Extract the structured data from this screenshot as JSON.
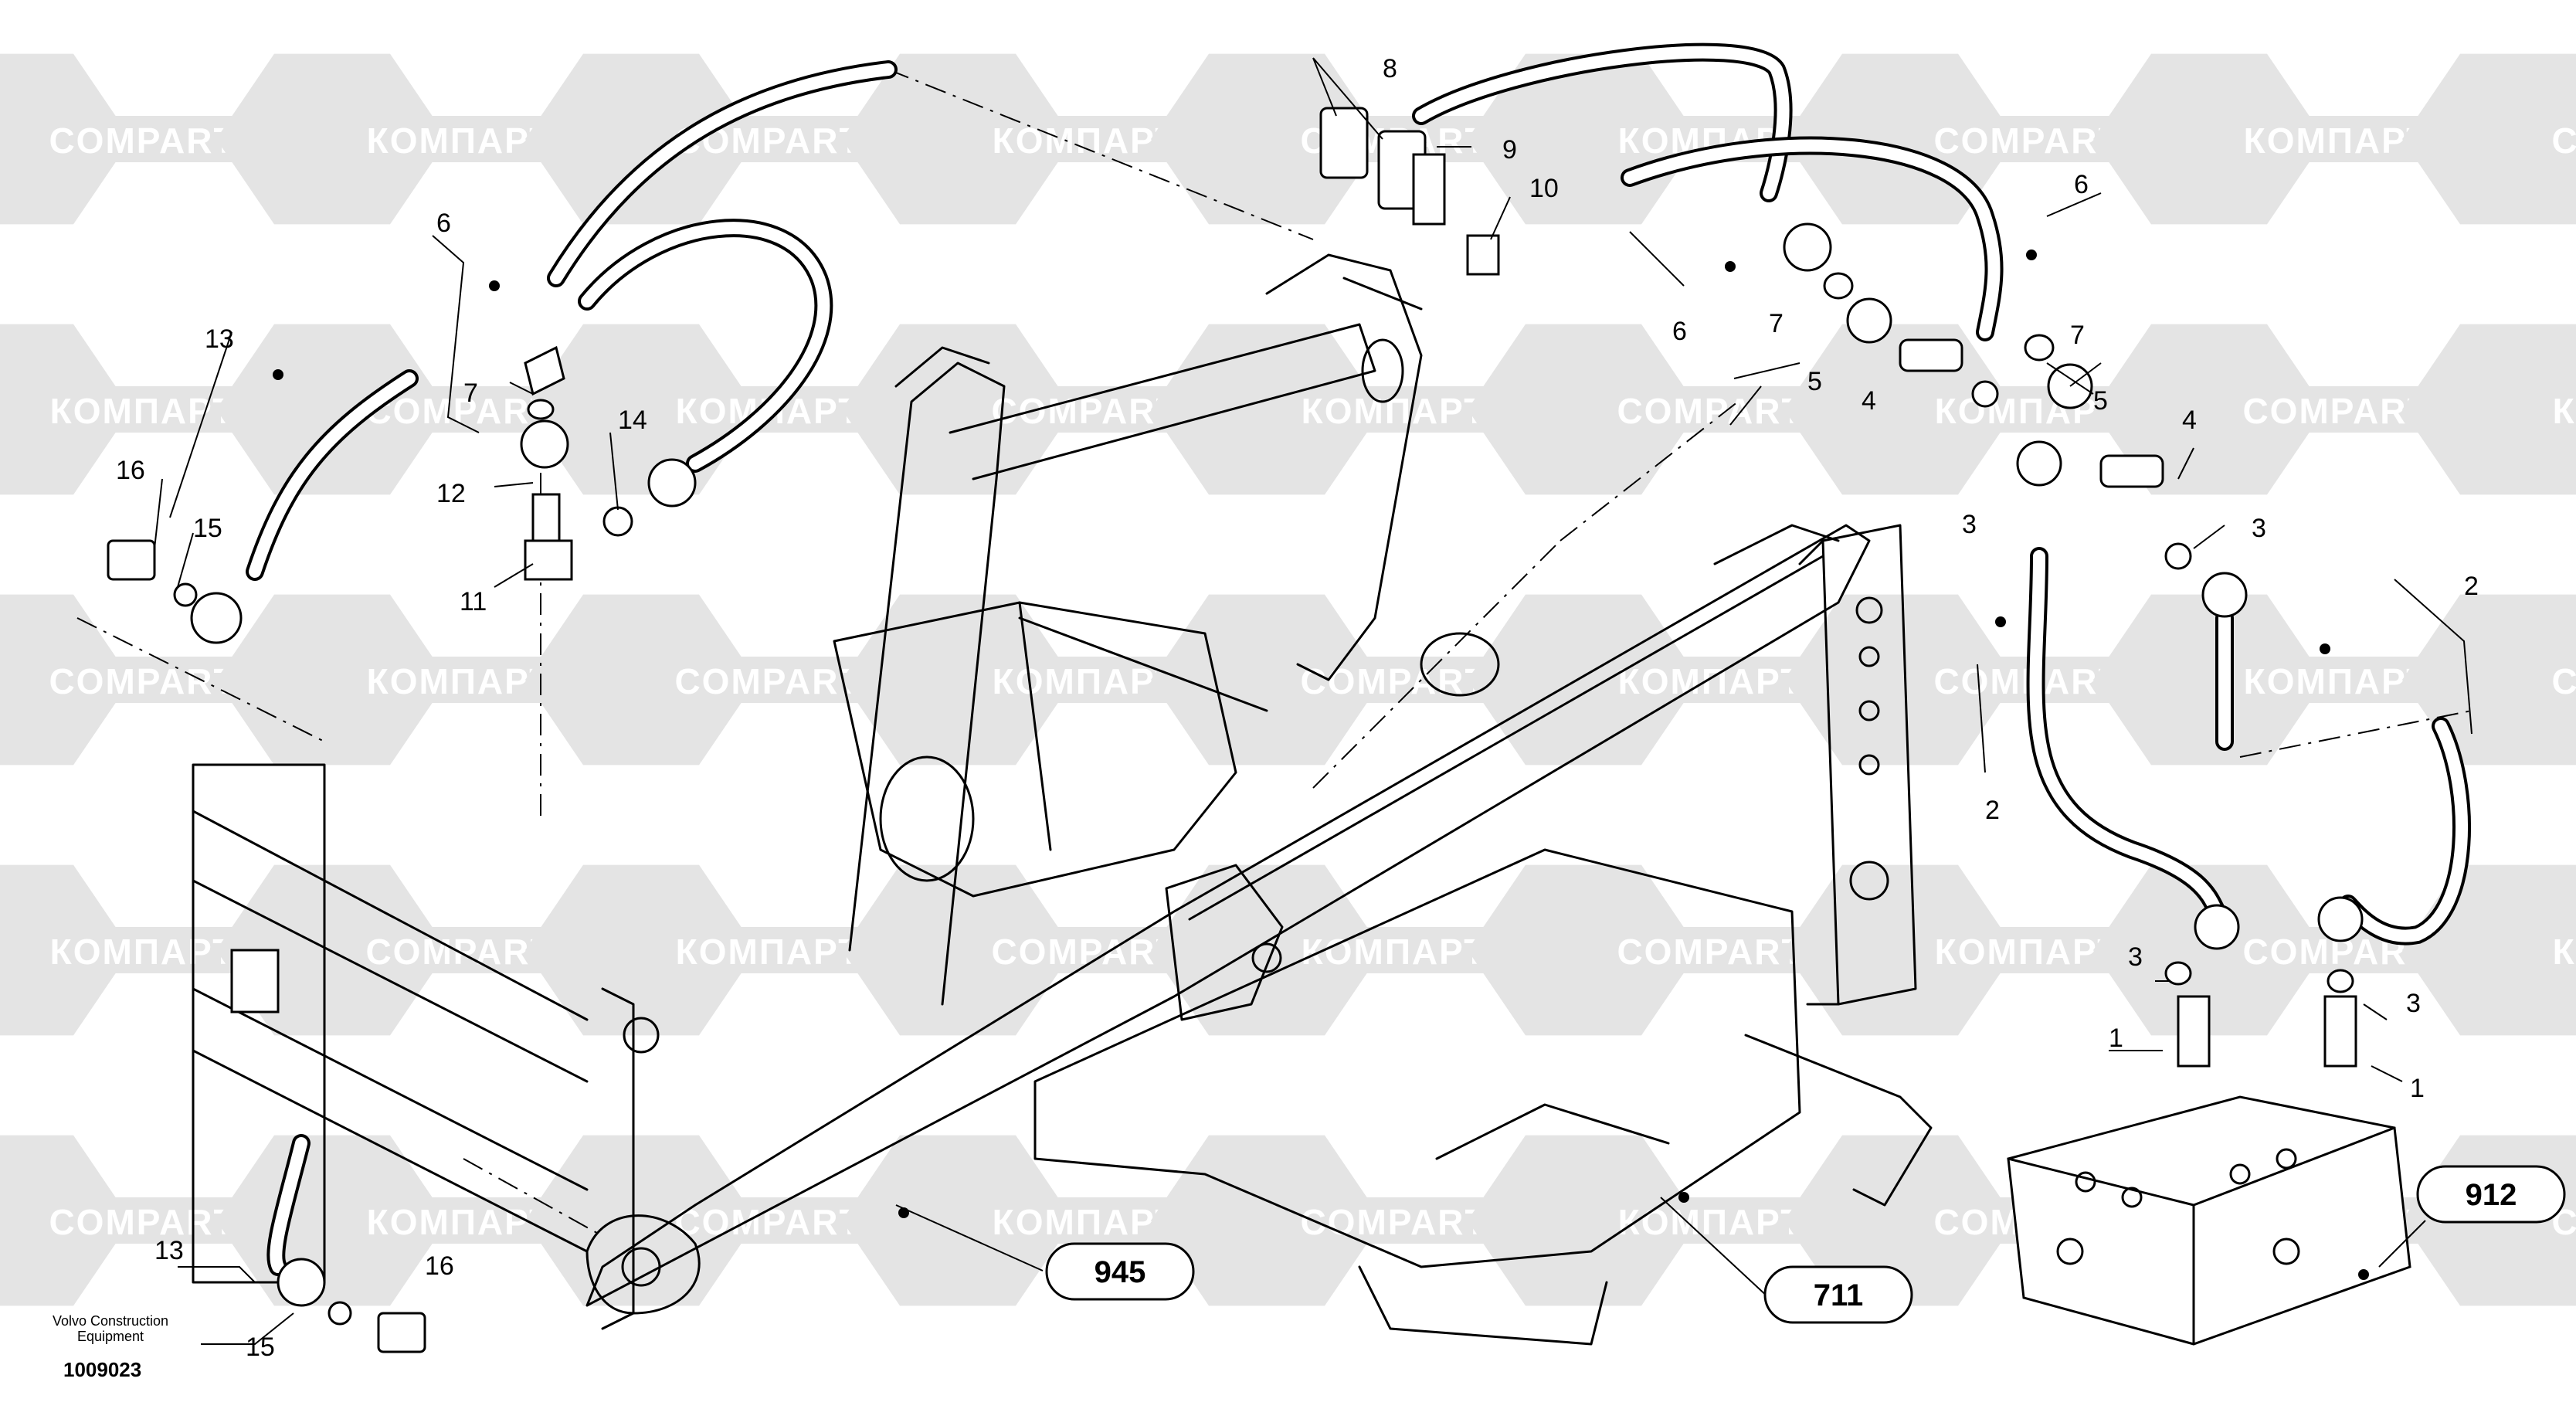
{
  "watermark": {
    "latin": "COMPART",
    "cyrillic": "КОМПАРТ"
  },
  "brand": {
    "line1": "Volvo Construction",
    "line2": "Equipment"
  },
  "document_number": "1009023",
  "callouts": {
    "c945": "945",
    "c711": "711",
    "c912": "912"
  },
  "part_numbers": [
    "1",
    "2",
    "3",
    "4",
    "5",
    "6",
    "7",
    "8",
    "9",
    "10",
    "11",
    "12",
    "13",
    "14",
    "15",
    "16"
  ],
  "colors": {
    "watermark": "#e4e4e4",
    "line": "#000000",
    "background": "#ffffff"
  }
}
